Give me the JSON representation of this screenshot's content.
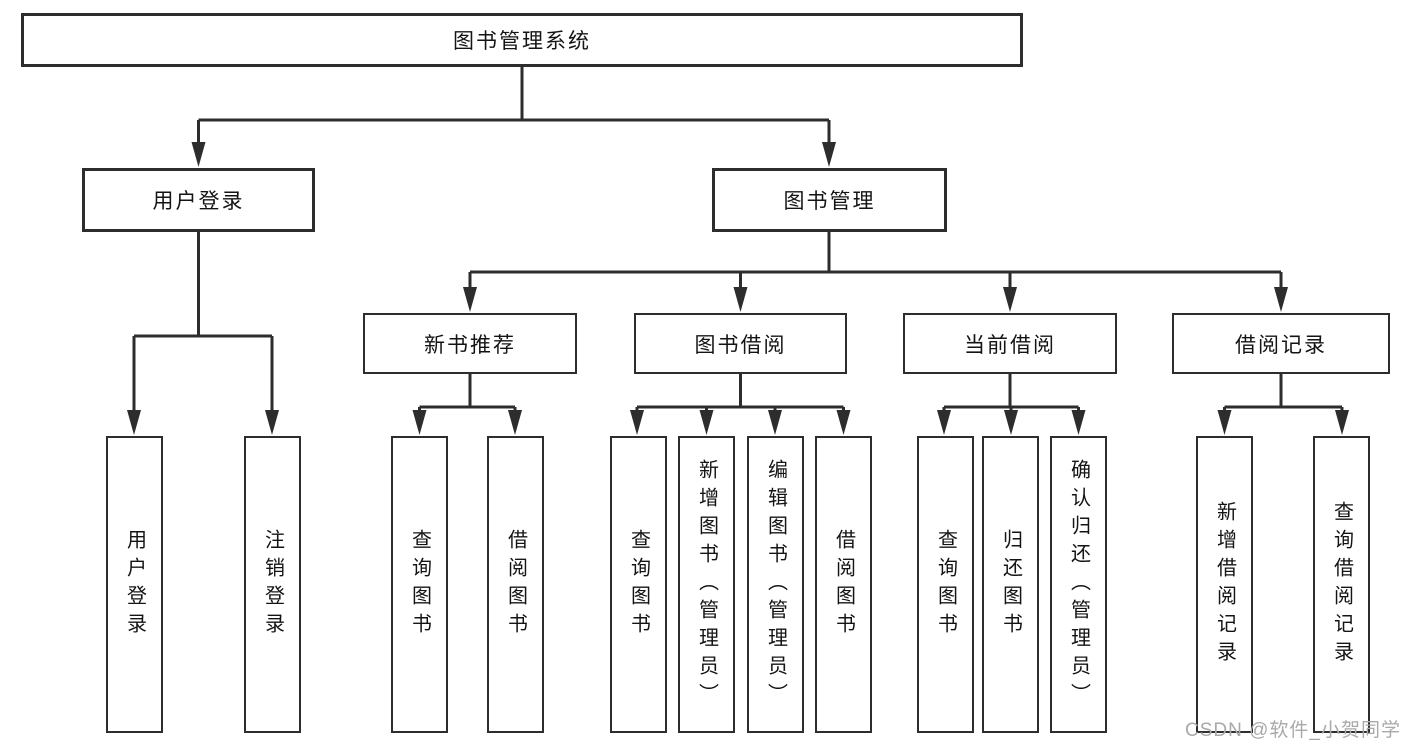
{
  "diagram": {
    "title": "图书管理系统",
    "colors": {
      "line": "#2d2d2d",
      "box_border": "#2d2d2d",
      "box_background": "#ffffff",
      "text": "#141414",
      "watermark": "#a9a9a9"
    },
    "nodes": {
      "root": "图书管理系统",
      "l2": [
        "用户登录",
        "图书管理"
      ],
      "l3": [
        "新书推荐",
        "图书借阅",
        "当前借阅",
        "借阅记录"
      ],
      "l4": {
        "user_login_children": [
          "用户登录",
          "注销登录"
        ],
        "new_book_children": [
          "查询图书",
          "借阅图书"
        ],
        "book_borrow_children": [
          "查询图书",
          "新增图书（管理员）",
          "编辑图书（管理员）",
          "借阅图书"
        ],
        "current_borrow_children": [
          "查询图书",
          "归还图书",
          "确认归还（管理员）"
        ],
        "borrow_record_children": [
          "新增借阅记录",
          "查询借阅记录"
        ]
      }
    }
  },
  "watermark": {
    "text": "CSDN @软件_小贺同学"
  }
}
